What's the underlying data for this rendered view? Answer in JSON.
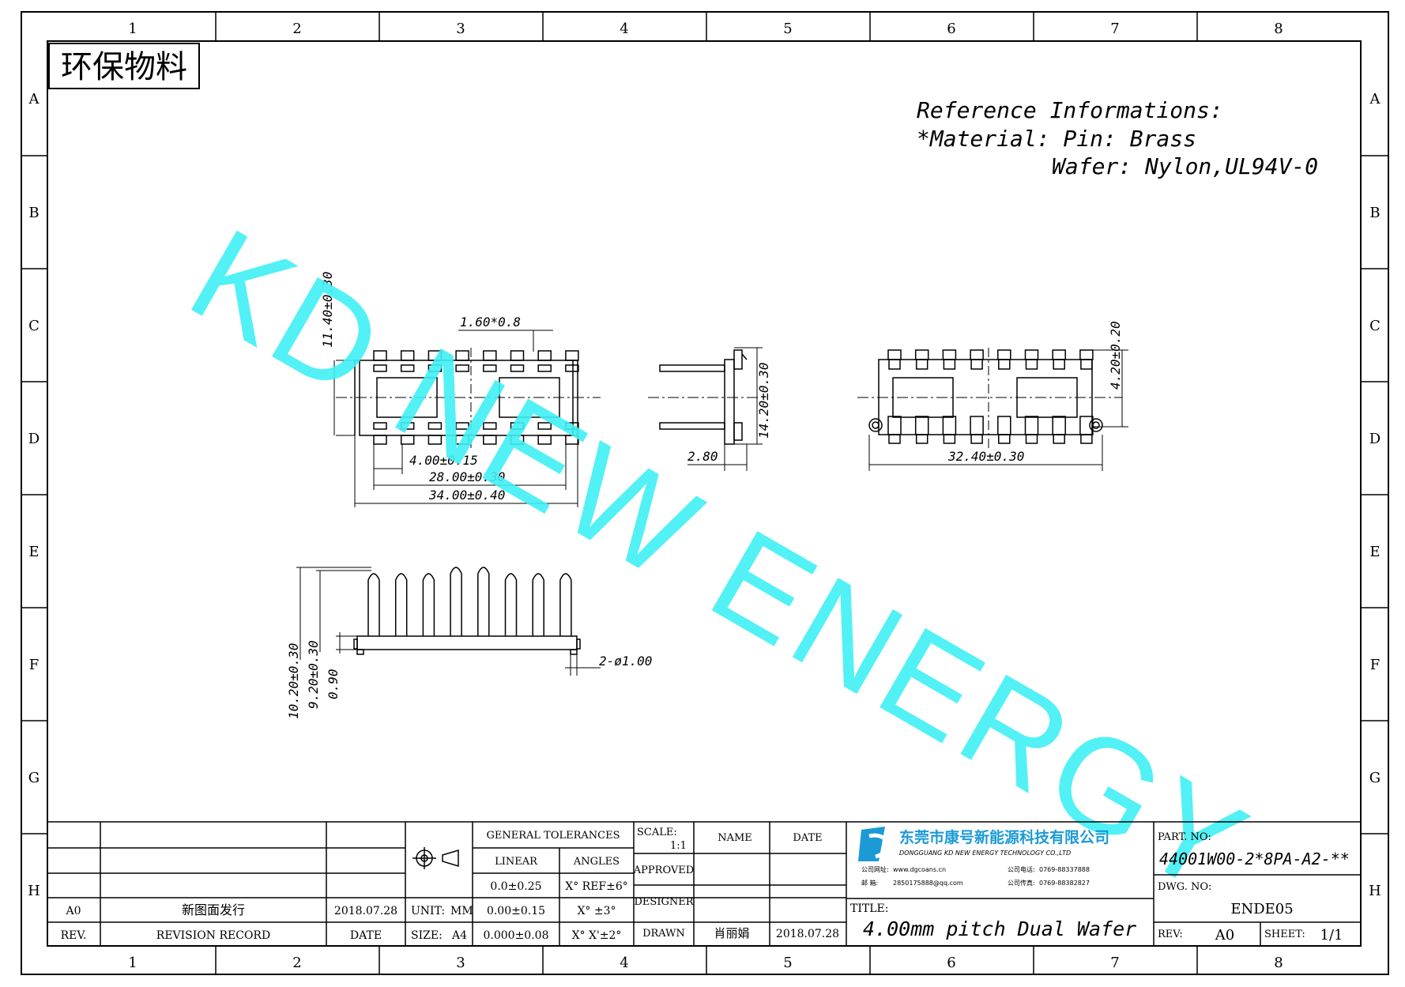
{
  "grid": {
    "columns": [
      "1",
      "2",
      "3",
      "4",
      "5",
      "6",
      "7",
      "8"
    ],
    "rows": [
      "A",
      "B",
      "C",
      "D",
      "E",
      "F",
      "G",
      "H"
    ]
  },
  "stamp": "环保物料",
  "watermark": "KD NEW ENERGY",
  "reference": {
    "line1": "Reference Informations:",
    "line2": "*Material: Pin: Brass",
    "line3": "Wafer: Nylon,UL94V-0"
  },
  "dimensions": {
    "d_11_40": "11.40±0.30",
    "d_1_60": "1.60*0.8",
    "d_4_00": "4.00±0.15",
    "d_28_00": "28.00±0.30",
    "d_34_00": "34.00±0.40",
    "d_14_20": "14.20±0.30",
    "d_2_80": "2.80",
    "d_4_20": "4.20±0.20",
    "d_32_40": "32.40±0.30",
    "d_10_20": "10.20±0.30",
    "d_9_20": "9.20±0.30",
    "d_0_90": "0.90",
    "d_2_phi": "2-ø1.00"
  },
  "title_block": {
    "revision": {
      "rev": "A0",
      "record": "新图面发行",
      "date": "2018.07.28",
      "h_rev": "REV.",
      "h_record": "REVISION RECORD",
      "h_date": "DATE"
    },
    "unit_label": "UNIT:",
    "unit_value": "MM",
    "size_label": "SIZE:",
    "size_value": "A4",
    "general_tolerances": "GENERAL TOLERANCES",
    "linear": "LINEAR",
    "angles": "ANGLES",
    "tol": [
      {
        "linear": "0.0±0.25",
        "angle": "X° REF±6°"
      },
      {
        "linear": "0.00±0.15",
        "angle": "X° ±3°"
      },
      {
        "linear": "0.000±0.08",
        "angle": "X° X'±2°"
      }
    ],
    "scale_label": "SCALE:",
    "scale_value": "1:1",
    "name_h": "NAME",
    "date_h": "DATE",
    "approved": "APPROVED",
    "designer": "DESIGNER",
    "drawn": "DRAWN",
    "drawn_name": "肖丽娟",
    "drawn_date": "2018.07.28",
    "company_cn": "东莞市康号新能源科技有限公司",
    "company_en": "DONGGUANG KD NEW ENERGY TECHNOLOGY CO.,LTD",
    "contact1_label": "公司网址:",
    "contact1_value": "www.dgcoans.cn",
    "contact2_label": "公司电话:",
    "contact2_value": "0769-88337888",
    "contact3_label": "邮    箱:",
    "contact3_value": "2850175888@qq.com",
    "contact4_label": "公司传真:",
    "contact4_value": "0769-88382827",
    "title_label": "TITLE:",
    "title_value": "4.00mm pitch Dual Wafer",
    "part_label": "PART. NO:",
    "part_value": "44001W00-2*8PA-A2-**",
    "dwg_label": "DWG. NO:",
    "dwg_value": "ENDE05",
    "rev_label": "REV:",
    "rev_value": "A0",
    "sheet_label": "SHEET:",
    "sheet_value": "1/1"
  },
  "colors": {
    "watermark": "#3ff0f4",
    "logo": "#1b9ad6"
  }
}
